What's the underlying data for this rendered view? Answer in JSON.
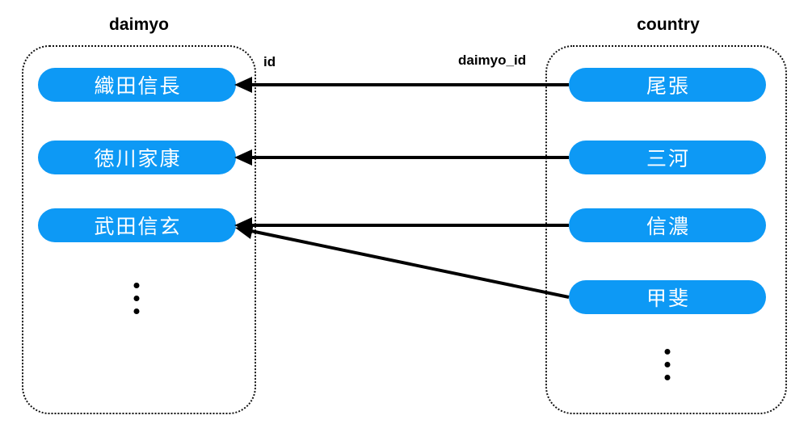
{
  "diagram": {
    "title_left": "daimyo",
    "title_right": "country",
    "accent_color": "#0D99F5",
    "line_color": "#000000",
    "border_style": "dotted"
  },
  "daimyo_table": {
    "caption": "daimyo",
    "key_field_label": "id",
    "rows": [
      {
        "label": "織田信長"
      },
      {
        "label": "徳川家康"
      },
      {
        "label": "武田信玄"
      }
    ],
    "overflow_indicator": "vertical-ellipsis"
  },
  "country_table": {
    "caption": "country",
    "key_field_label": "daimyo_id",
    "rows": [
      {
        "label": "尾張"
      },
      {
        "label": "三河"
      },
      {
        "label": "信濃"
      },
      {
        "label": "甲斐"
      }
    ],
    "overflow_indicator": "vertical-ellipsis"
  },
  "relations": [
    {
      "from": "尾張",
      "to": "織田信長",
      "arrow": "to-daimyo"
    },
    {
      "from": "三河",
      "to": "徳川家康",
      "arrow": "to-daimyo"
    },
    {
      "from": "信濃",
      "to": "武田信玄",
      "arrow": "to-daimyo"
    },
    {
      "from": "甲斐",
      "to": "武田信玄",
      "arrow": "to-daimyo"
    }
  ]
}
